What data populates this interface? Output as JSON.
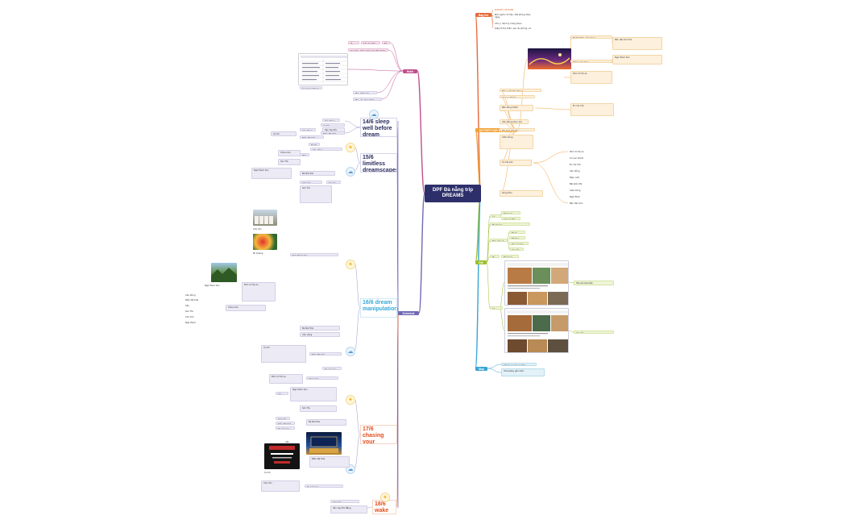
{
  "root": {
    "title": "DPF Đà nẵng trip DREAMS"
  },
  "colors": {
    "schedule": "#6f6ab3",
    "hotel": "#c0518f",
    "bag": "#e66a3a",
    "activity": "#f1a23a",
    "eat": "#9bbd2c",
    "stay": "#39a4d4"
  },
  "branches": {
    "hotel": "Hotel",
    "schedule": "Schedule",
    "bag": "Bag list",
    "activity": "ACTIVITY GỢI Ý (optional)",
    "eat": "Eat",
    "stay": "Stay"
  },
  "days": {
    "d14": "14/6 sleep well before dream",
    "d15": "15/6 limitless dreamscapes",
    "d16": "16/6 dream manipulation",
    "d17": "17/6 chasing your dreams",
    "d18": "18/6 wake up"
  },
  "hotel_items": [
    "Ở Check:",
    "Sân bay Đà Nẵng",
    "Đà Nẵng",
    "Dự kiến - Đón phòng tại TP, Hotel Miêu Sang - Hội An",
    "Mỹ - Nhận từ phòng",
    "Mỹ - Ăn chay Tịnh Dương",
    "Ăn sáng ở Trung tâm"
  ],
  "bag_items": [
    "BUDGET OPTIONS",
    "Mỗi người chi tiêu, đặt phòng theo ngày",
    "Chú ý: hành lý mang theo",
    "Giấy tờ tùy thân, sạc dự phòng, vé máy bay"
  ],
  "activity_items": [
    "Bà Nà Hills, Cầu Vàng",
    "Chùa Linh Ứng",
    "Bán đảo Sơn Trà",
    "Ngũ Hành Sơn",
    "Phố cổ Hội An",
    "Đập nước Hòa Trung",
    "Cù Lao Chàm",
    "Bảo tàng Chăm",
    "Đi chợ Cồn",
    "Cầu Rồng phun lửa",
    "Bãi biển Mỹ Khê",
    "Cafe Cộng",
    "Ăn hải sản",
    "Sông Hàn"
  ],
  "eat_items": [
    "Ăn sáng",
    "Bánh mì Phượng",
    "Cơm gà Bà Buội",
    "Mì Quảng",
    "Bún chả cá",
    "Bánh tráng cuốn",
    "Bê thui Cầu Mống",
    "Hải sản bãi biển",
    "Cao lầu"
  ],
  "stay_items": [
    "Khách sạn trung tâm",
    "Homestay gần biển"
  ],
  "schedule_items": [
    "Sân bay Đà Nẵng",
    "Cầu Rồng",
    "Ăn tối",
    "Biển Mỹ Khê",
    "Bà Nà Hills",
    "Cầu Vàng",
    "Phố cổ Hội An",
    "Chùa Cầu",
    "Sơn Trà",
    "Ngũ Hành Sơn",
    "Chợ Cồn",
    "Ra sân bay"
  ]
}
